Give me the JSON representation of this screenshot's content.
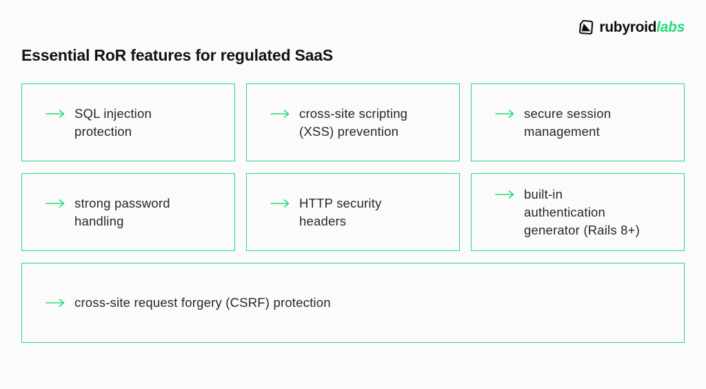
{
  "colors": {
    "accent": "#26db7c",
    "background": "#fbfbfb",
    "title": "#121212",
    "text": "#272727"
  },
  "header": {
    "logo": {
      "brand": "rubyroid",
      "suffix": "labs",
      "icon": "rubyroidlabs-origami-icon"
    }
  },
  "title": "Essential RoR features for regulated SaaS",
  "cards": [
    {
      "label": "SQL injection\nprotection"
    },
    {
      "label": "cross-site scripting\n(XSS) prevention"
    },
    {
      "label": "secure session\nmanagement"
    },
    {
      "label": "strong password\nhandling"
    },
    {
      "label": "HTTP security\nheaders"
    },
    {
      "label": "built-in\nauthentication\ngenerator (Rails 8+)"
    },
    {
      "label": "cross-site request forgery (CSRF) protection"
    }
  ],
  "icons": {
    "arrow": "long-right-arrow"
  }
}
